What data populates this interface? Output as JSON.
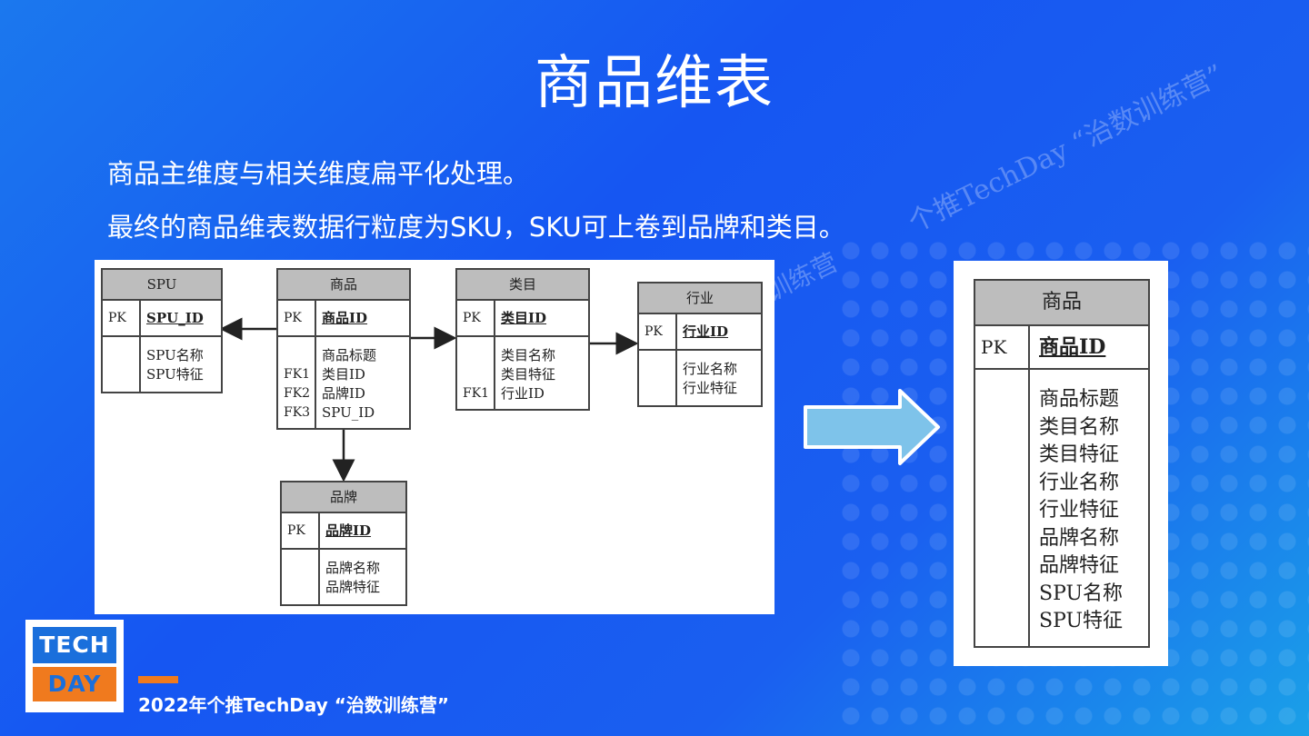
{
  "slide": {
    "title": "商品维表",
    "bullet_1": "商品主维度与相关维度扁平化处理。",
    "bullet_2": "最终的商品维表数据行粒度为SKU，SKU可上卷到品牌和类目。",
    "watermark": "个推TechDay “治数训练营”",
    "watermark_fragment": "训练营"
  },
  "er_diagram": {
    "tables": [
      {
        "id": "spu",
        "name": "SPU",
        "pk_label": "PK",
        "pk_field": "SPU_ID",
        "fk_labels": "",
        "fields": [
          "SPU名称",
          "SPU特征"
        ]
      },
      {
        "id": "product",
        "name": "商品",
        "pk_label": "PK",
        "pk_field": "商品ID",
        "fk_labels": [
          "",
          "FK1",
          "FK2",
          "FK3"
        ],
        "fields": [
          "商品标题",
          "类目ID",
          "品牌ID",
          "SPU_ID"
        ]
      },
      {
        "id": "category",
        "name": "类目",
        "pk_label": "PK",
        "pk_field": "类目ID",
        "fk_labels": [
          "",
          "",
          "FK1"
        ],
        "fields": [
          "类目名称",
          "类目特征",
          "行业ID"
        ]
      },
      {
        "id": "industry",
        "name": "行业",
        "pk_label": "PK",
        "pk_field": "行业ID",
        "fk_labels": "",
        "fields": [
          "行业名称",
          "行业特征"
        ]
      },
      {
        "id": "brand",
        "name": "品牌",
        "pk_label": "PK",
        "pk_field": "品牌ID",
        "fk_labels": "",
        "fields": [
          "品牌名称",
          "品牌特征"
        ]
      }
    ]
  },
  "flat_table": {
    "name": "商品",
    "pk_label": "PK",
    "pk_field": "商品ID",
    "fields": [
      "商品标题",
      "类目名称",
      "类目特征",
      "行业名称",
      "行业特征",
      "品牌名称",
      "品牌特征",
      "SPU名称",
      "SPU特征"
    ]
  },
  "footer": {
    "logo_top": "TECH",
    "logo_bottom": "DAY",
    "text": "2022年个推TechDay “治数训练营”"
  },
  "colors": {
    "accent_orange": "#f07a1e",
    "arrow_fill": "#7ec3ea",
    "table_header": "#bdbdbd"
  }
}
